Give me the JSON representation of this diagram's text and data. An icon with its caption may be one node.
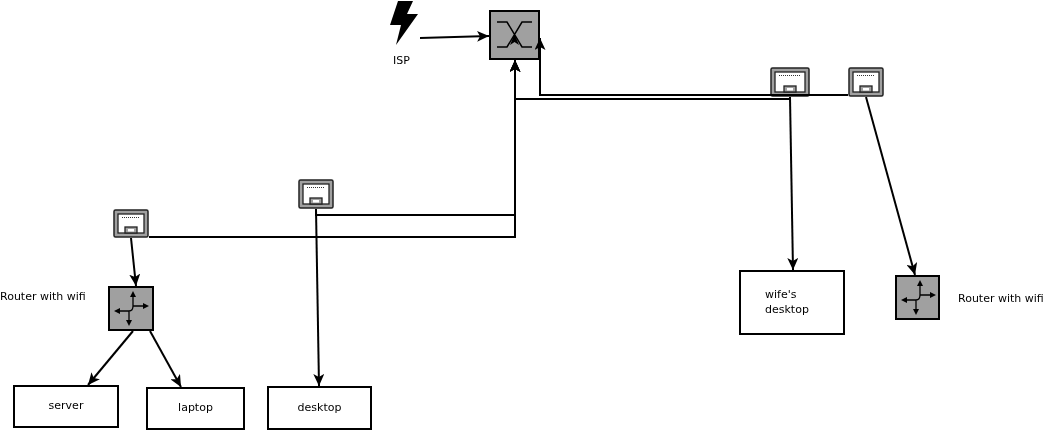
{
  "diagram": {
    "nodes": [
      {
        "text": [],
        "shape": "lightning",
        "beside": [
          "ISP"
        ]
      },
      {
        "text": [],
        "shape": "switch"
      },
      {
        "text": [],
        "shape": "socket"
      },
      {
        "text": [],
        "shape": "socket"
      },
      {
        "text": [],
        "shape": "socket"
      },
      {
        "text": [],
        "shape": "socket"
      },
      {
        "text": [],
        "shape": "router",
        "beside": [
          "Router with wifi"
        ]
      },
      {
        "text": [
          "wife's desktop"
        ]
      },
      {
        "text": [],
        "shape": "router",
        "beside": [
          "Router with wifi"
        ]
      },
      {
        "text": [
          "server"
        ]
      },
      {
        "text": [
          "laptop"
        ]
      },
      {
        "text": [
          "desktop"
        ]
      }
    ],
    "edges": [
      {
        "from": 0,
        "to": 1,
        "arrow": "to"
      },
      {
        "from": 2,
        "to": 1,
        "arrow": "to"
      },
      {
        "from": 3,
        "to": 1,
        "arrow": "to"
      },
      {
        "from": 5,
        "to": 1,
        "arrow": "to"
      },
      {
        "from": 4,
        "to": 1,
        "arrow": "to"
      },
      {
        "from": 2,
        "to": 7,
        "arrow": "to"
      },
      {
        "from": 3,
        "to": 8,
        "arrow": "to"
      },
      {
        "from": 4,
        "to": 6,
        "arrow": "to"
      },
      {
        "from": 5,
        "to": 11,
        "arrow": "to"
      },
      {
        "from": 6,
        "to": 9,
        "arrow": "to"
      },
      {
        "from": 6,
        "to": 10,
        "arrow": "to"
      }
    ]
  }
}
